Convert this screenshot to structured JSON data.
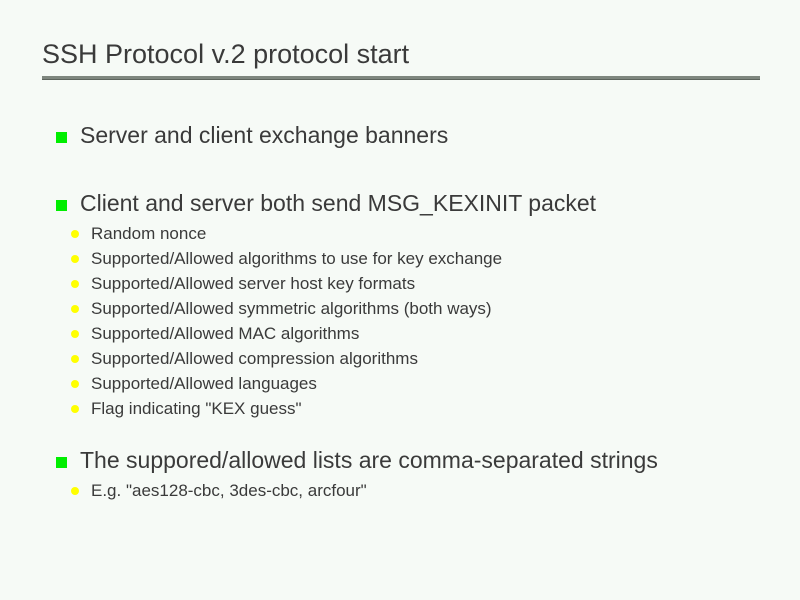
{
  "slide": {
    "title": "SSH Protocol v.2 protocol start",
    "background_color": "#f6faf6",
    "text_color": "#3a3a3a",
    "rule_color": "#7f877f",
    "bullet_level1_color": "#00ee00",
    "bullet_level2_color": "#ffff00",
    "blocks": [
      {
        "level": 1,
        "text": "Server and client exchange banners"
      },
      {
        "level": 1,
        "text": "Client and server both send MSG_KEXINIT packet"
      },
      {
        "level": 2,
        "text": "Random nonce"
      },
      {
        "level": 2,
        "text": "Supported/Allowed algorithms to use for key exchange"
      },
      {
        "level": 2,
        "text": "Supported/Allowed server host key formats"
      },
      {
        "level": 2,
        "text": "Supported/Allowed symmetric algorithms (both ways)"
      },
      {
        "level": 2,
        "text": "Supported/Allowed MAC algorithms"
      },
      {
        "level": 2,
        "text": "Supported/Allowed compression algorithms"
      },
      {
        "level": 2,
        "text": "Supported/Allowed languages"
      },
      {
        "level": 2,
        "text": "Flag indicating \"KEX guess\""
      },
      {
        "level": 1,
        "text": "The suppored/allowed lists are comma-separated strings"
      },
      {
        "level": 2,
        "text": "E.g. \"aes128-cbc, 3des-cbc, arcfour\""
      }
    ]
  }
}
